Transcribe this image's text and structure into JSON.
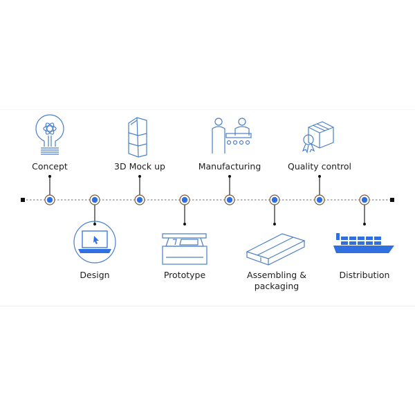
{
  "title": "Product development timeline",
  "colors": {
    "accent": "#2f6fe0",
    "icon_stroke": "#4a7fc8",
    "line": "#888888",
    "ring": "#7a5a40"
  },
  "steps": [
    {
      "label": "Concept",
      "icon": "lightbulb-atom-icon",
      "position": "top"
    },
    {
      "label": "Design",
      "icon": "laptop-cursor-icon",
      "position": "bottom"
    },
    {
      "label": "3D Mock up",
      "icon": "shelf-display-icon",
      "position": "top"
    },
    {
      "label": "Prototype",
      "icon": "3d-printer-icon",
      "position": "bottom"
    },
    {
      "label": "Manufacturing",
      "icon": "workers-conveyor-icon",
      "position": "top"
    },
    {
      "label": "Assembling & packaging",
      "icon": "flat-box-icon",
      "position": "bottom"
    },
    {
      "label": "Quality control",
      "icon": "box-certificate-icon",
      "position": "top"
    },
    {
      "label": "Distribution",
      "icon": "cargo-ship-icon",
      "position": "bottom"
    }
  ]
}
